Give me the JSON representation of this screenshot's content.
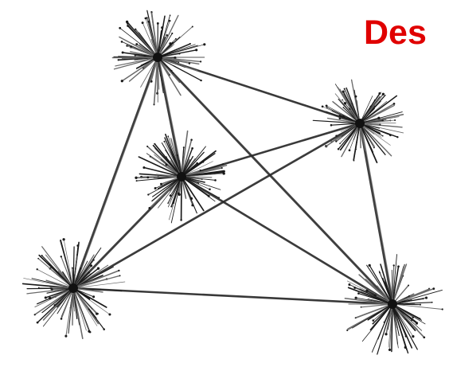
{
  "title": {
    "text": "Des",
    "color": "#e00000"
  },
  "graph": {
    "description_kind": "network of hub clusters connected by lines",
    "colors": {
      "edge": "#2b2b2b",
      "spoke_dark": "#1a1a1a",
      "spoke_light": "#6a6a6a",
      "core": "#111111"
    },
    "nodes": [
      {
        "id": "top"
      },
      {
        "id": "right"
      },
      {
        "id": "center"
      },
      {
        "id": "bottom-left"
      },
      {
        "id": "bottom-right"
      }
    ],
    "edges": [
      {
        "from": "top",
        "to": "right"
      },
      {
        "from": "top",
        "to": "center"
      },
      {
        "from": "top",
        "to": "bottom-left"
      },
      {
        "from": "top",
        "to": "bottom-right"
      },
      {
        "from": "center",
        "to": "right"
      },
      {
        "from": "center",
        "to": "bottom-left"
      },
      {
        "from": "center",
        "to": "bottom-right"
      },
      {
        "from": "bottom-left",
        "to": "right"
      },
      {
        "from": "bottom-left",
        "to": "bottom-right"
      },
      {
        "from": "right",
        "to": "bottom-right"
      }
    ]
  }
}
